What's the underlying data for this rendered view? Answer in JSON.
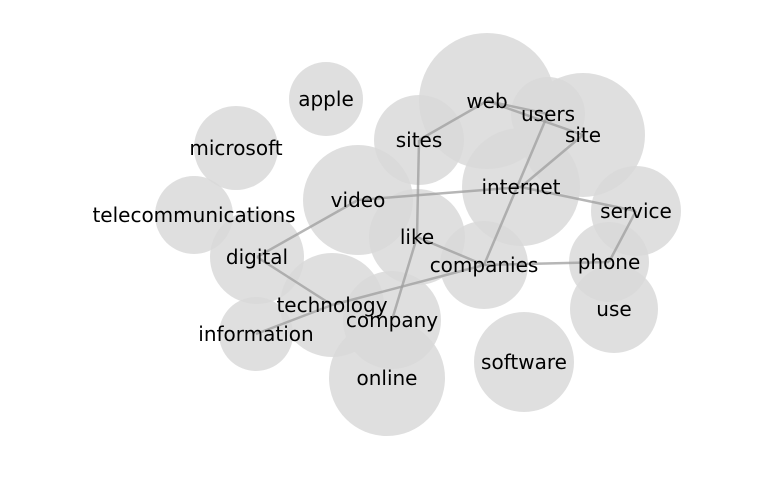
{
  "nodes": [
    {
      "id": "online",
      "label": "online"
    },
    {
      "id": "web",
      "label": "web"
    },
    {
      "id": "site",
      "label": "site"
    },
    {
      "id": "internet",
      "label": "internet"
    },
    {
      "id": "video",
      "label": "video"
    },
    {
      "id": "technology",
      "label": "technology"
    },
    {
      "id": "software",
      "label": "software"
    },
    {
      "id": "company",
      "label": "company"
    },
    {
      "id": "like",
      "label": "like"
    },
    {
      "id": "digital",
      "label": "digital"
    },
    {
      "id": "service",
      "label": "service"
    },
    {
      "id": "sites",
      "label": "sites"
    },
    {
      "id": "companies",
      "label": "companies"
    },
    {
      "id": "use",
      "label": "use"
    },
    {
      "id": "microsoft",
      "label": "microsoft"
    },
    {
      "id": "users",
      "label": "users"
    },
    {
      "id": "phone",
      "label": "phone"
    },
    {
      "id": "telecommunications",
      "label": "telecommunications"
    },
    {
      "id": "apple",
      "label": "apple"
    },
    {
      "id": "information",
      "label": "information"
    }
  ],
  "edges": [
    [
      "web",
      "sites"
    ],
    [
      "web",
      "users"
    ],
    [
      "web",
      "site"
    ],
    [
      "sites",
      "like"
    ],
    [
      "like",
      "company"
    ],
    [
      "like",
      "companies"
    ],
    [
      "video",
      "internet"
    ],
    [
      "video",
      "digital"
    ],
    [
      "internet",
      "service"
    ],
    [
      "internet",
      "site"
    ],
    [
      "users",
      "companies"
    ],
    [
      "digital",
      "technology"
    ],
    [
      "technology",
      "information"
    ],
    [
      "technology",
      "companies"
    ],
    [
      "companies",
      "phone"
    ],
    [
      "phone",
      "service"
    ]
  ]
}
